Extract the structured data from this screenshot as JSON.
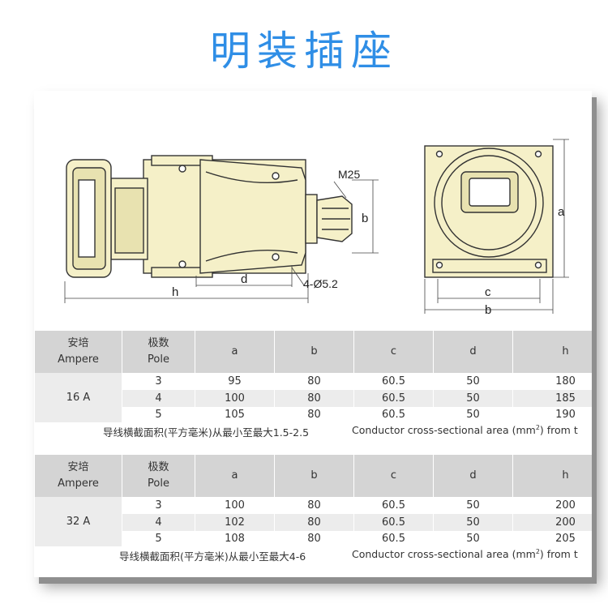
{
  "title": "明装插座",
  "drawing": {
    "labels": {
      "m25": "M25",
      "b_side": "b",
      "h": "h",
      "d": "d",
      "holes": "4-Ø5.2",
      "a": "a",
      "c": "c",
      "b_front": "b"
    }
  },
  "colors": {
    "title": "#2f8ee6",
    "housing": "#f5f0c8",
    "header": "#d4d4d4",
    "row_alt": "#ececec"
  },
  "table_headers": {
    "ampere_cn": "安培",
    "ampere_en": "Ampere",
    "pole_cn": "极数",
    "pole_en": "Pole",
    "cols": [
      "a",
      "b",
      "c",
      "d",
      "h"
    ]
  },
  "tables": [
    {
      "ampere": "16 A",
      "rows": [
        {
          "pole": "3",
          "a": "95",
          "b": "80",
          "c": "60.5",
          "d": "50",
          "h": "180"
        },
        {
          "pole": "4",
          "a": "100",
          "b": "80",
          "c": "60.5",
          "d": "50",
          "h": "185"
        },
        {
          "pole": "5",
          "a": "105",
          "b": "80",
          "c": "60.5",
          "d": "50",
          "h": "190"
        }
      ],
      "note_cn": "导线横截面积(平方毫米)从最小至最大1.5-2.5",
      "note_en": "Conductor cross-sectional area (mm",
      "note_en_sup": "2",
      "note_en_tail": ") from t"
    },
    {
      "ampere": "32 A",
      "rows": [
        {
          "pole": "3",
          "a": "100",
          "b": "80",
          "c": "60.5",
          "d": "50",
          "h": "200"
        },
        {
          "pole": "4",
          "a": "102",
          "b": "80",
          "c": "60.5",
          "d": "50",
          "h": "200"
        },
        {
          "pole": "5",
          "a": "108",
          "b": "80",
          "c": "60.5",
          "d": "50",
          "h": "205"
        }
      ],
      "note_cn": "导线横截面积(平方毫米)从最小至最大4-6",
      "note_en": "Conductor cross-sectional area (mm",
      "note_en_sup": "2",
      "note_en_tail": ") from t"
    }
  ]
}
